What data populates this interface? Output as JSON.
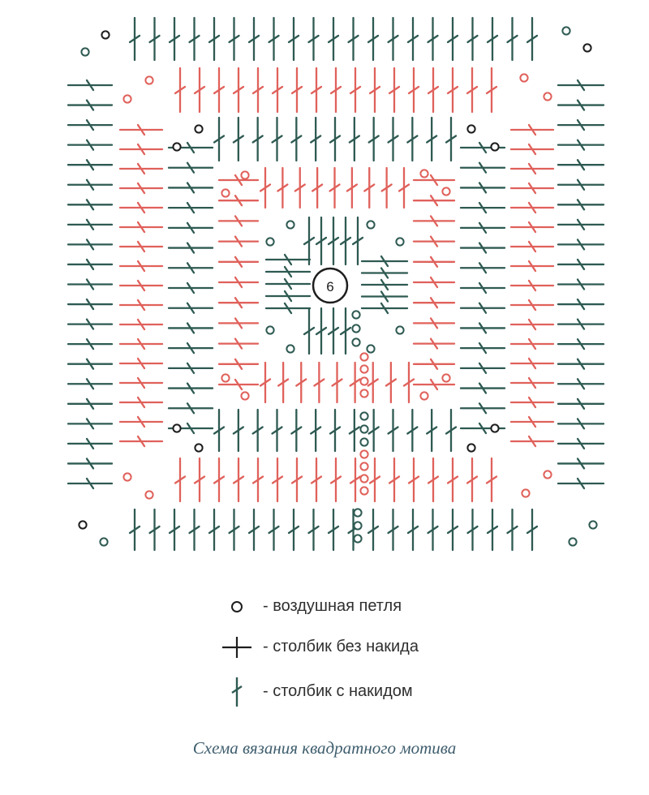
{
  "diagram": {
    "center_label": "6",
    "colors": {
      "dark": "#2e5a52",
      "red": "#e0615b",
      "black": "#1e1e1e"
    }
  },
  "legend": {
    "items": [
      {
        "symbol": "circle-icon",
        "label": "- воздушная петля"
      },
      {
        "symbol": "single-crochet-icon",
        "label": "- столбик без накида"
      },
      {
        "symbol": "double-crochet-icon",
        "label": "- столбик с накидом"
      }
    ]
  },
  "caption": "Схема вязания квадратного мотива"
}
